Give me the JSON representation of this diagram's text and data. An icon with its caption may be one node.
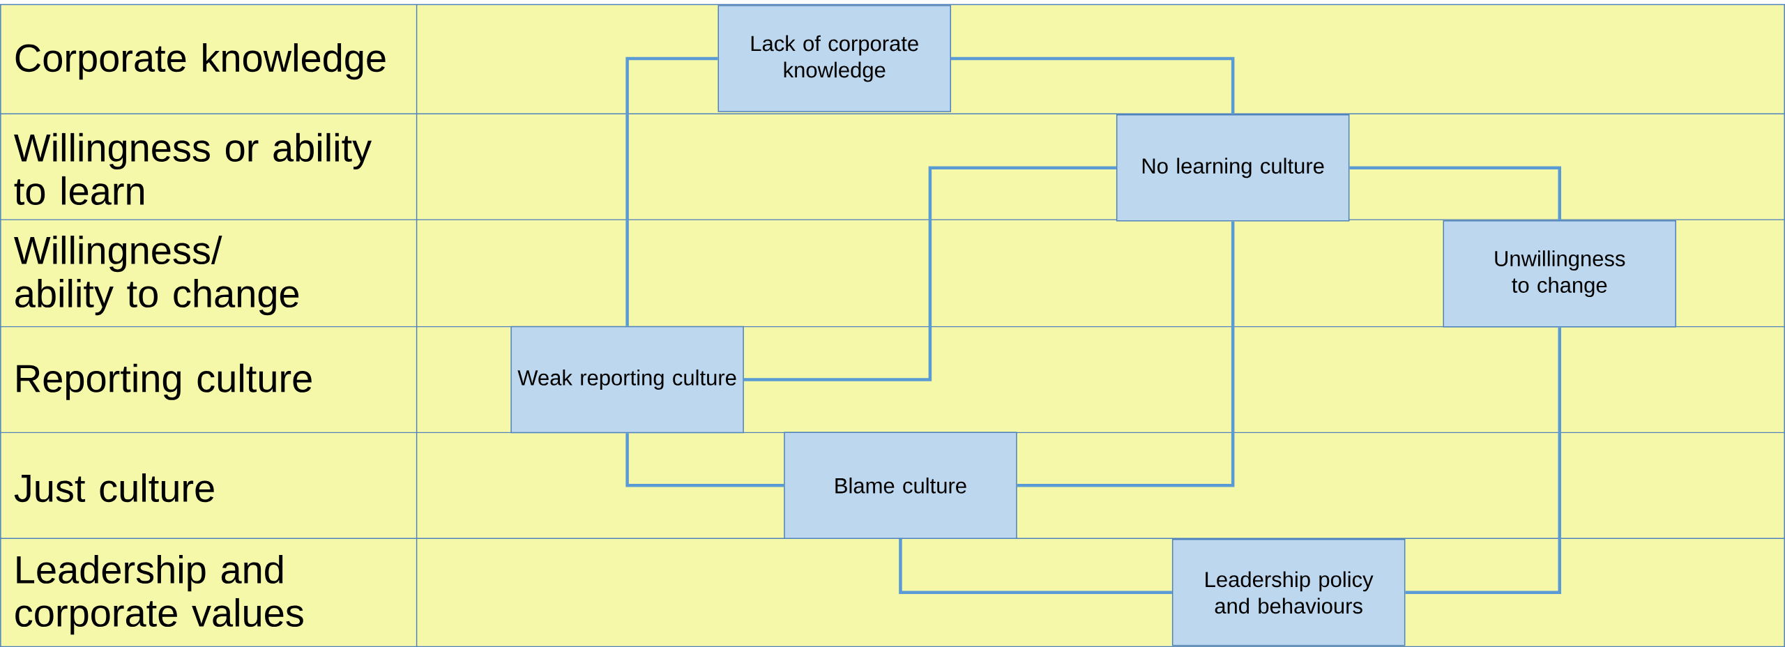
{
  "diagram": {
    "nodes": [
      {
        "text": [
          "Lack of corporate knowledge"
        ]
      },
      {
        "text": [
          "No learning culture"
        ]
      },
      {
        "text": [
          "Unwillingness to change"
        ]
      },
      {
        "text": [
          "Weak reporting culture"
        ]
      },
      {
        "text": [
          "Blame culture"
        ]
      },
      {
        "text": [
          "Leadership policy and behaviours"
        ]
      }
    ],
    "edges": [
      {
        "from": 0,
        "to": 3,
        "arrow": "none"
      },
      {
        "from": 0,
        "to": 1,
        "arrow": "none"
      },
      {
        "from": 1,
        "to": 3,
        "arrow": "none"
      },
      {
        "from": 1,
        "to": 2,
        "arrow": "none"
      },
      {
        "from": 1,
        "to": 4,
        "arrow": "none"
      },
      {
        "from": 3,
        "to": 4,
        "arrow": "none"
      },
      {
        "from": 4,
        "to": 5,
        "arrow": "none"
      },
      {
        "from": 2,
        "to": 5,
        "arrow": "none"
      }
    ],
    "labels": [
      "Corporate knowledge",
      "Willingness or ability to learn",
      "Willingness/ ability to change",
      "Reporting culture",
      "Just culture",
      "Leadership and corporate values"
    ]
  }
}
